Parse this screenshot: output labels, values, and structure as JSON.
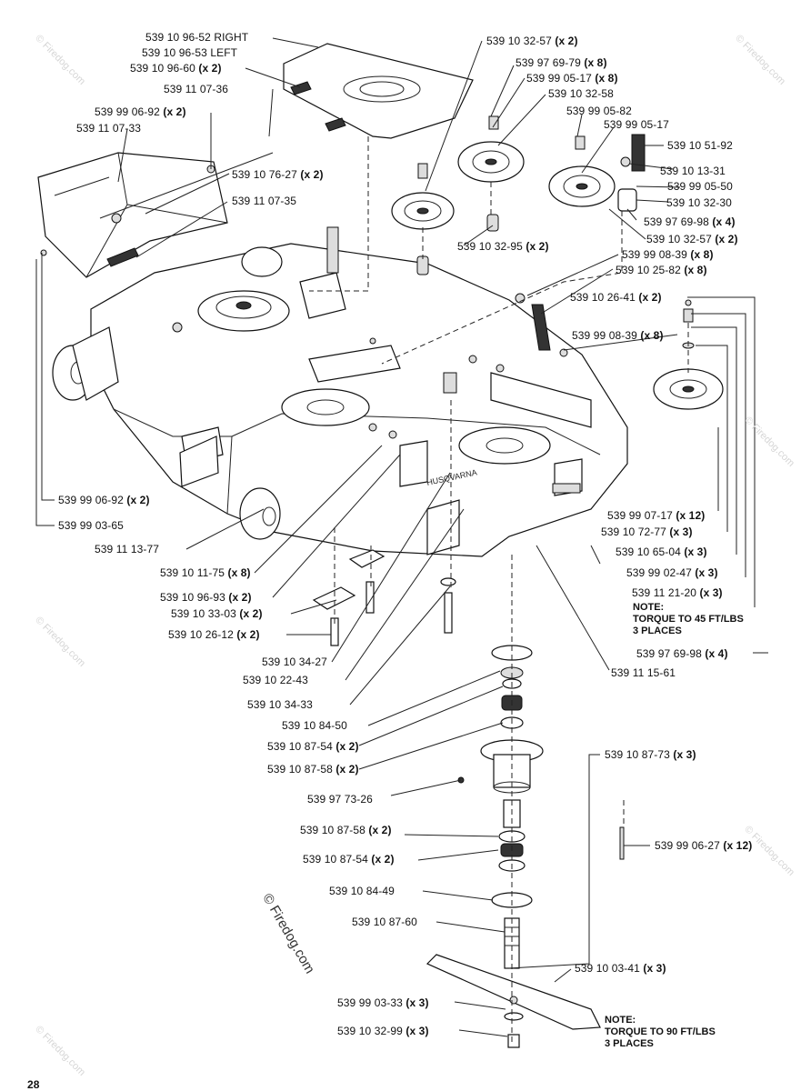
{
  "labels": [
    {
      "id": "l01",
      "num": "539 10 96-52 RIGHT",
      "qty": ""
    },
    {
      "id": "l02",
      "num": "539 10 96-53 LEFT",
      "qty": ""
    },
    {
      "id": "l03",
      "num": "539 10 96-60",
      "qty": "(x 2)"
    },
    {
      "id": "l04",
      "num": "539 11 07-36",
      "qty": ""
    },
    {
      "id": "l05",
      "num": "539 99 06-92",
      "qty": "(x 2)"
    },
    {
      "id": "l06",
      "num": "539 11 07-33",
      "qty": ""
    },
    {
      "id": "l07",
      "num": "539 10 76-27",
      "qty": "(x 2)"
    },
    {
      "id": "l08",
      "num": "539 11 07-35",
      "qty": ""
    },
    {
      "id": "l09",
      "num": "539 10 32-57",
      "qty": "(x 2)"
    },
    {
      "id": "l10",
      "num": "539 97 69-79",
      "qty": "(x 8)"
    },
    {
      "id": "l11",
      "num": "539 99 05-17",
      "qty": "(x 8)"
    },
    {
      "id": "l12",
      "num": "539 10 32-58",
      "qty": ""
    },
    {
      "id": "l13",
      "num": "539 99 05-82",
      "qty": ""
    },
    {
      "id": "l14",
      "num": "539 99 05-17",
      "qty": ""
    },
    {
      "id": "l15",
      "num": "539 10 51-92",
      "qty": ""
    },
    {
      "id": "l16",
      "num": "539 10 13-31",
      "qty": ""
    },
    {
      "id": "l17",
      "num": "539 99 05-50",
      "qty": ""
    },
    {
      "id": "l18",
      "num": "539 10 32-30",
      "qty": ""
    },
    {
      "id": "l19",
      "num": "539 97 69-98",
      "qty": "(x 4)"
    },
    {
      "id": "l20",
      "num": "539 10 32-57",
      "qty": "(x 2)"
    },
    {
      "id": "l21",
      "num": "539 10 32-95",
      "qty": "(x 2)"
    },
    {
      "id": "l22",
      "num": "539 99 08-39",
      "qty": "(x 8)"
    },
    {
      "id": "l23",
      "num": "539 10 25-82",
      "qty": "(x 8)"
    },
    {
      "id": "l24",
      "num": "539 10 26-41",
      "qty": "(x 2)"
    },
    {
      "id": "l25",
      "num": "539 99 08-39",
      "qty": "(x 8)"
    },
    {
      "id": "l26",
      "num": "539 99 06-92",
      "qty": "(x 2)"
    },
    {
      "id": "l27",
      "num": "539 99 03-65",
      "qty": ""
    },
    {
      "id": "l28",
      "num": "539 11 13-77",
      "qty": ""
    },
    {
      "id": "l29",
      "num": "539 10 11-75",
      "qty": "(x 8)"
    },
    {
      "id": "l30",
      "num": "539 10 96-93",
      "qty": "(x 2)"
    },
    {
      "id": "l31",
      "num": "539 10 33-03",
      "qty": "(x 2)"
    },
    {
      "id": "l32",
      "num": "539 10 26-12",
      "qty": "(x 2)"
    },
    {
      "id": "l33",
      "num": "539 99 07-17",
      "qty": "(x 12)"
    },
    {
      "id": "l34",
      "num": "539 10 72-77",
      "qty": "(x 3)"
    },
    {
      "id": "l35",
      "num": "539 10 65-04",
      "qty": "(x 3)"
    },
    {
      "id": "l36",
      "num": "539 99 02-47",
      "qty": "(x 3)"
    },
    {
      "id": "l37",
      "num": "539 11 21-20",
      "qty": "(x 3)"
    },
    {
      "id": "l38",
      "num": "539 97 69-98",
      "qty": "(x 4)"
    },
    {
      "id": "l39",
      "num": "539 11 15-61",
      "qty": ""
    },
    {
      "id": "l40",
      "num": "539 10 34-27",
      "qty": ""
    },
    {
      "id": "l41",
      "num": "539 10 22-43",
      "qty": ""
    },
    {
      "id": "l42",
      "num": "539 10 34-33",
      "qty": ""
    },
    {
      "id": "l43",
      "num": "539 10 84-50",
      "qty": ""
    },
    {
      "id": "l44",
      "num": "539 10 87-54",
      "qty": "(x 2)"
    },
    {
      "id": "l45",
      "num": "539 10 87-58",
      "qty": "(x 2)"
    },
    {
      "id": "l46",
      "num": "539 10 87-73",
      "qty": "(x 3)"
    },
    {
      "id": "l47",
      "num": "539 97 73-26",
      "qty": ""
    },
    {
      "id": "l48",
      "num": "539 99 06-27",
      "qty": "(x 12)"
    },
    {
      "id": "l49",
      "num": "539 10 87-58",
      "qty": "(x 2)"
    },
    {
      "id": "l50",
      "num": "539 10 87-54",
      "qty": "(x 2)"
    },
    {
      "id": "l51",
      "num": "539 10 84-49",
      "qty": ""
    },
    {
      "id": "l52",
      "num": "539 10 87-60",
      "qty": ""
    },
    {
      "id": "l53",
      "num": "539 10 03-41",
      "qty": "(x 3)"
    },
    {
      "id": "l54",
      "num": "539 99 03-33",
      "qty": "(x 3)"
    },
    {
      "id": "l55",
      "num": "539 10 32-99",
      "qty": "(x 3)"
    }
  ],
  "notes": {
    "note1": [
      "NOTE:",
      "TORQUE TO 45 FT/LBS",
      "3 PLACES"
    ],
    "note2": [
      "NOTE:",
      "TORQUE TO 90 FT/LBS",
      "3 PLACES"
    ]
  },
  "watermark": "© Firedog.com",
  "copyright_overlay": "© Firedog.com",
  "page_number": "28"
}
